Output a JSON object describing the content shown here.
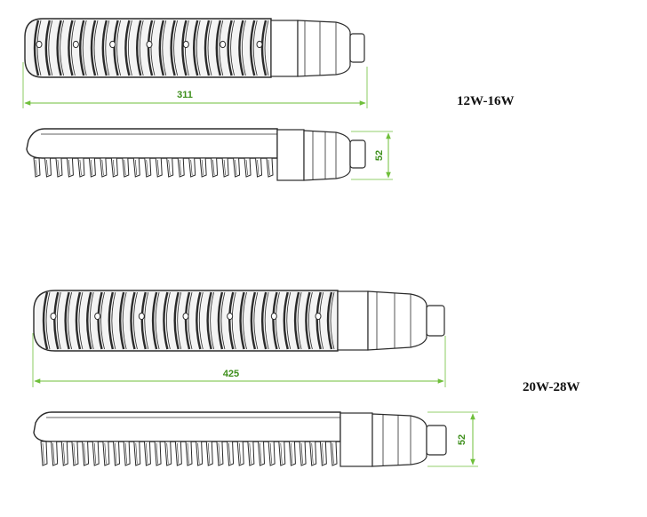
{
  "colors": {
    "line": "#2b2b2b",
    "dimension": "#6fbf3a",
    "dimension_text": "#3e8f1c",
    "fin_fill": "#f4f4f4",
    "body_fill": "#ffffff"
  },
  "models": [
    {
      "power_range": "12W-16W",
      "length_label": "311",
      "height_label": "52",
      "fin_count_top": 21,
      "fin_count_side": 22,
      "hole_count": 7
    },
    {
      "power_range": "20W-28W",
      "length_label": "425",
      "height_label": "52",
      "fin_count_top": 27,
      "fin_count_side": 29,
      "hole_count": 7
    }
  ]
}
